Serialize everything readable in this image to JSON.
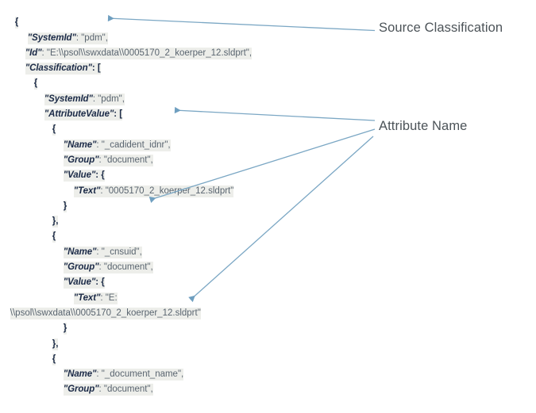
{
  "document": {
    "type": "json-code-snippet",
    "colors": {
      "page_background": "#ffffff",
      "code_highlight": "#edeeea",
      "key_text": "#1b2a47",
      "value_text": "#5a6570",
      "annotation_text": "#4c5358",
      "arrow": "#6f9fc0"
    }
  },
  "code": {
    "lines": [
      {
        "indent": 0,
        "text": "{"
      },
      {
        "indent": 1,
        "text": "\"SystemId\": \"pdm\","
      },
      {
        "indent": 1,
        "text": "\"Id\": \"E:\\\\psol\\\\swxdata\\\\0005170_2_koerper_12.sldprt\","
      },
      {
        "indent": 1,
        "text": "\"Classification\": ["
      },
      {
        "indent": 2,
        "text": "{"
      },
      {
        "indent": 3,
        "text": "\"SystemId\": \"pdm\","
      },
      {
        "indent": 3,
        "text": "\"AttributeValue\": ["
      },
      {
        "indent": 4,
        "text": "{"
      },
      {
        "indent": 5,
        "text": "\"Name\": \"_cadident_idnr\","
      },
      {
        "indent": 5,
        "text": "\"Group\": \"document\","
      },
      {
        "indent": 5,
        "text": "\"Value\": {"
      },
      {
        "indent": 6,
        "text": "\"Text\": \"0005170_2_koerper_12.sldprt\""
      },
      {
        "indent": 5,
        "text": "}"
      },
      {
        "indent": 4,
        "text": "},"
      },
      {
        "indent": 4,
        "text": "{"
      },
      {
        "indent": 5,
        "text": "\"Name\": \"_cnsuid\","
      },
      {
        "indent": 5,
        "text": "\"Group\": \"document\","
      },
      {
        "indent": 5,
        "text": "\"Value\": {"
      },
      {
        "indent": 6,
        "text": "\"Text\": \"E:"
      },
      {
        "indent": 0,
        "text": "\\\\psol\\\\swxdata\\\\0005170_2_koerper_12.sldprt\""
      },
      {
        "indent": 5,
        "text": "}"
      },
      {
        "indent": 4,
        "text": "},"
      },
      {
        "indent": 4,
        "text": "{"
      },
      {
        "indent": 5,
        "text": "\"Name\": \"_document_name\","
      },
      {
        "indent": 5,
        "text": "\"Group\": \"document\","
      }
    ],
    "line_texts": {
      "l0": "{",
      "l1_key": "\"SystemId\"",
      "l1_val": ": \"pdm\",",
      "l2_key": "\"Id\"",
      "l2_val": ": \"E:\\\\psol\\\\swxdata\\\\0005170_2_koerper_12.sldprt\",",
      "l3_key": "\"Classification\"",
      "l3_val": ": [",
      "l4": "{",
      "l5_key": "\"SystemId\"",
      "l5_val": ": \"pdm\",",
      "l6_key": "\"AttributeValue\"",
      "l6_val": ": [",
      "l7": "{",
      "l8_key": "\"Name\"",
      "l8_val": ": \"_cadident_idnr\",",
      "l9_key": "\"Group\"",
      "l9_val": ": \"document\",",
      "l10_key": "\"Value\"",
      "l10_val": ": {",
      "l11_key": "\"Text\"",
      "l11_val": ": \"0005170_2_koerper_12.sldprt\"",
      "l12": "}",
      "l13": "},",
      "l14": "{",
      "l15_key": "\"Name\"",
      "l15_val": ": \"_cnsuid\",",
      "l16_key": "\"Group\"",
      "l16_val": ": \"document\",",
      "l17_key": "\"Value\"",
      "l17_val": ": {",
      "l18_key": "\"Text\"",
      "l18_val": ": \"E:",
      "l19": "\\\\psol\\\\swxdata\\\\0005170_2_koerper_12.sldprt\"",
      "l20": "}",
      "l21": "},",
      "l22": "{",
      "l23_key": "\"Name\"",
      "l23_val": ": \"_document_name\",",
      "l24_key": "\"Group\"",
      "l24_val": ": \"document\","
    }
  },
  "annotations": {
    "source_classification": {
      "label": "Source Classification",
      "target_line": "\"SystemId\": \"pdm\","
    },
    "attribute_name": {
      "label": "Attribute Name",
      "target_lines": [
        "\"Name\": \"_cadident_idnr\",",
        "\"Name\": \"_cnsuid\",",
        "\"Name\": \"_document_name\","
      ]
    }
  }
}
